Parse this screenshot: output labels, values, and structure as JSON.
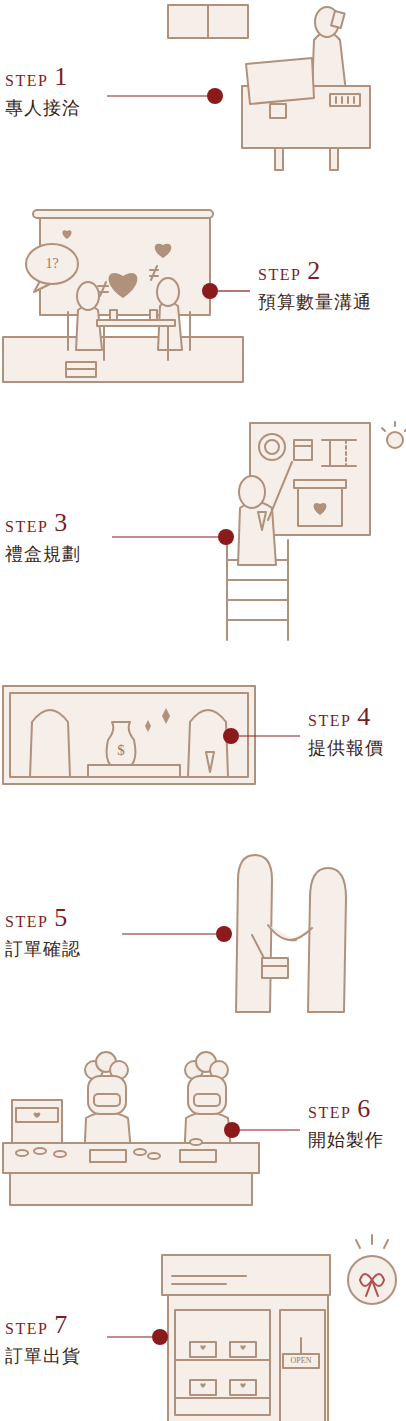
{
  "diagram": {
    "labels": [
      "STEP",
      "1",
      "專人接洽",
      "STEP",
      "2",
      "預算數量溝通",
      "1?",
      "STEP",
      "3",
      "禮盒規劃",
      "$",
      "STEP",
      "4",
      "提供報價",
      "STEP",
      "5",
      "訂單確認",
      "STEP",
      "6",
      "開始製作",
      "STEP",
      "7",
      "訂單出貨",
      "OPEN"
    ]
  }
}
